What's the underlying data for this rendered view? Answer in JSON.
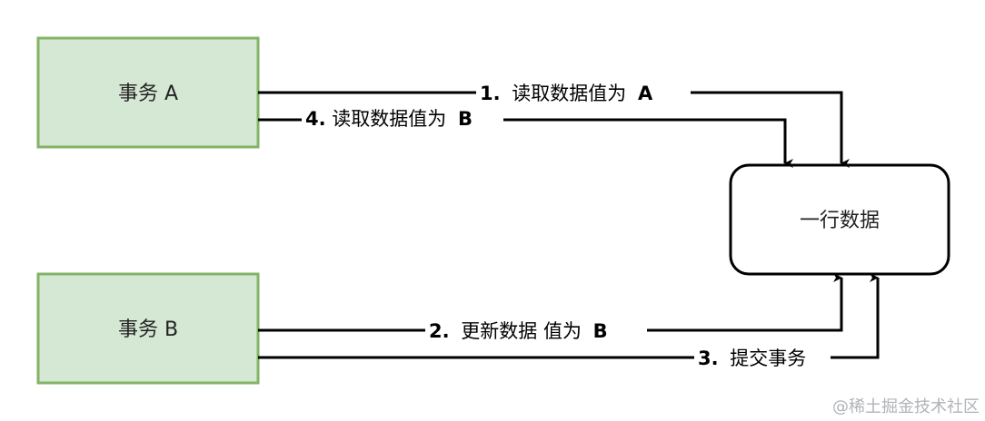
{
  "nodes": {
    "txn_a": {
      "label": "事务 A"
    },
    "txn_b": {
      "label": "事务 B"
    },
    "row": {
      "label": "一行数据"
    }
  },
  "edges": [
    {
      "num": "1.",
      "text": "读取数据值为",
      "value": "A"
    },
    {
      "num": "4.",
      "text": "读取数据值为",
      "value": "B"
    },
    {
      "num": "2.",
      "text": "更新数据 值为",
      "value": "B"
    },
    {
      "num": "3.",
      "text": "提交事务",
      "value": ""
    }
  ],
  "watermark": "@稀土掘金技术社区",
  "colors": {
    "txn_fill": "#d5e8d4",
    "txn_stroke": "#82b366",
    "row_fill": "#ffffff",
    "row_stroke": "#000000",
    "edge": "#000000"
  }
}
